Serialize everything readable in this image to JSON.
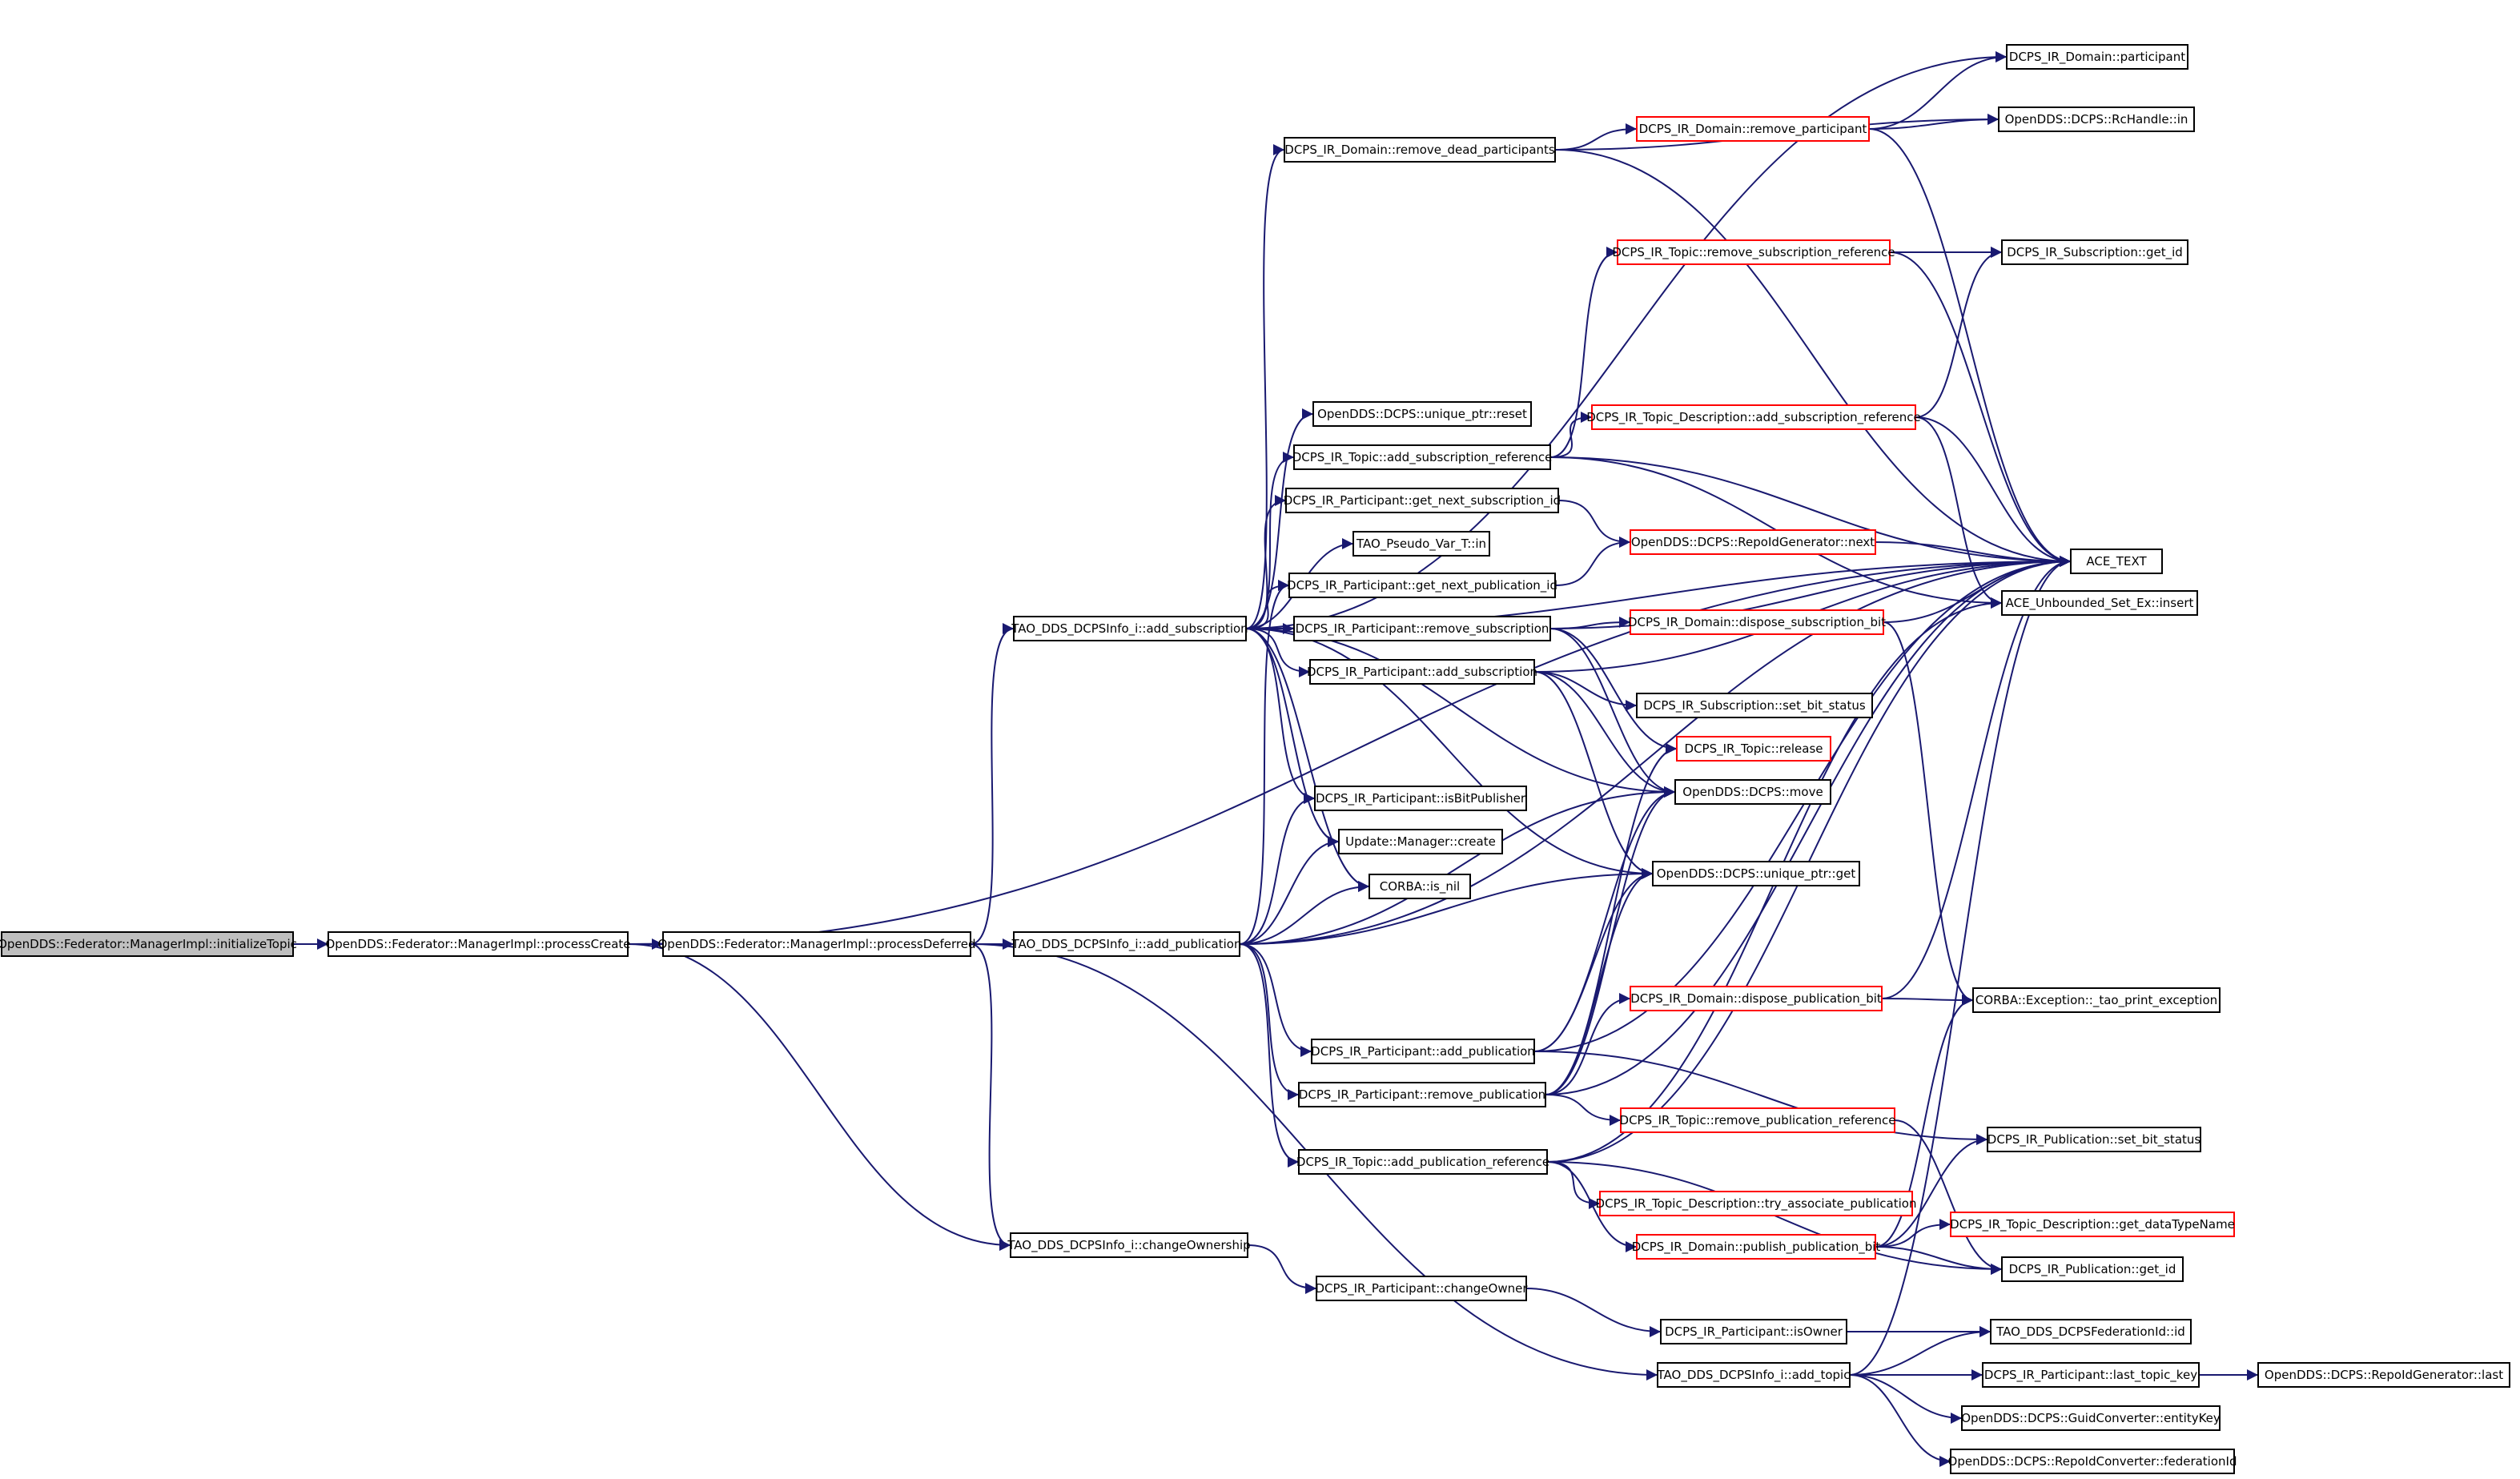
{
  "root": "OpenDDS::Federator::ManagerImpl::initializeTopic",
  "colors": {
    "edge": "#191970",
    "border": "#000000",
    "incomplete_border": "#ff0000",
    "root_fill": "#bfbfbf"
  },
  "nodes": [
    {
      "id": "n0",
      "label": "OpenDDS::Federator::ManagerImpl::initializeTopic",
      "style": "root"
    },
    {
      "id": "n1",
      "label": "OpenDDS::Federator::ManagerImpl::processCreate",
      "style": "normal"
    },
    {
      "id": "n2",
      "label": "OpenDDS::Federator::ManagerImpl::processDeferred",
      "style": "normal"
    },
    {
      "id": "n3",
      "label": "TAO_DDS_DCPSInfo_i::add_subscription",
      "style": "normal"
    },
    {
      "id": "n4",
      "label": "TAO_DDS_DCPSInfo_i::add_publication",
      "style": "normal"
    },
    {
      "id": "n5",
      "label": "TAO_DDS_DCPSInfo_i::changeOwnership",
      "style": "normal"
    },
    {
      "id": "n6",
      "label": "DCPS_IR_Domain::remove_dead_participants",
      "style": "normal"
    },
    {
      "id": "n7",
      "label": "OpenDDS::DCPS::unique_ptr::reset",
      "style": "normal"
    },
    {
      "id": "n8",
      "label": "DCPS_IR_Topic::add_subscription_reference",
      "style": "normal"
    },
    {
      "id": "n9",
      "label": "DCPS_IR_Participant::get_next_subscription_id",
      "style": "normal"
    },
    {
      "id": "n10",
      "label": "TAO_Pseudo_Var_T::in",
      "style": "normal"
    },
    {
      "id": "n11",
      "label": "DCPS_IR_Participant::get_next_publication_id",
      "style": "normal"
    },
    {
      "id": "n12",
      "label": "DCPS_IR_Participant::remove_subscription",
      "style": "normal"
    },
    {
      "id": "n13",
      "label": "DCPS_IR_Participant::add_subscription",
      "style": "normal"
    },
    {
      "id": "n14",
      "label": "DCPS_IR_Participant::isBitPublisher",
      "style": "normal"
    },
    {
      "id": "n15",
      "label": "Update::Manager::create",
      "style": "normal"
    },
    {
      "id": "n16",
      "label": "CORBA::is_nil",
      "style": "normal"
    },
    {
      "id": "n17",
      "label": "DCPS_IR_Participant::add_publication",
      "style": "normal"
    },
    {
      "id": "n18",
      "label": "DCPS_IR_Participant::remove_publication",
      "style": "normal"
    },
    {
      "id": "n19",
      "label": "DCPS_IR_Topic::add_publication_reference",
      "style": "normal"
    },
    {
      "id": "n20",
      "label": "DCPS_IR_Participant::changeOwner",
      "style": "normal"
    },
    {
      "id": "n21",
      "label": "DCPS_IR_Domain::remove_participant",
      "style": "incomplete"
    },
    {
      "id": "n22",
      "label": "DCPS_IR_Topic::remove_subscription_reference",
      "style": "incomplete"
    },
    {
      "id": "n23",
      "label": "DCPS_IR_Topic_Description::add_subscription_reference",
      "style": "incomplete"
    },
    {
      "id": "n24",
      "label": "OpenDDS::DCPS::RepoIdGenerator::next",
      "style": "incomplete"
    },
    {
      "id": "n25",
      "label": "DCPS_IR_Domain::dispose_subscription_bit",
      "style": "incomplete"
    },
    {
      "id": "n26",
      "label": "DCPS_IR_Subscription::set_bit_status",
      "style": "normal"
    },
    {
      "id": "n27",
      "label": "DCPS_IR_Topic::release",
      "style": "incomplete"
    },
    {
      "id": "n28",
      "label": "OpenDDS::DCPS::move",
      "style": "normal"
    },
    {
      "id": "n29",
      "label": "OpenDDS::DCPS::unique_ptr::get",
      "style": "normal"
    },
    {
      "id": "n30",
      "label": "DCPS_IR_Domain::dispose_publication_bit",
      "style": "incomplete"
    },
    {
      "id": "n31",
      "label": "DCPS_IR_Topic::remove_publication_reference",
      "style": "incomplete"
    },
    {
      "id": "n32",
      "label": "DCPS_IR_Topic_Description::try_associate_publication",
      "style": "incomplete"
    },
    {
      "id": "n33",
      "label": "DCPS_IR_Domain::publish_publication_bit",
      "style": "incomplete"
    },
    {
      "id": "n34",
      "label": "DCPS_IR_Participant::isOwner",
      "style": "normal"
    },
    {
      "id": "n35",
      "label": "TAO_DDS_DCPSInfo_i::add_topic",
      "style": "normal"
    },
    {
      "id": "n36",
      "label": "DCPS_IR_Domain::participant",
      "style": "normal"
    },
    {
      "id": "n37",
      "label": "OpenDDS::DCPS::RcHandle::in",
      "style": "normal"
    },
    {
      "id": "n38",
      "label": "DCPS_IR_Subscription::get_id",
      "style": "normal"
    },
    {
      "id": "n39",
      "label": "ACE_TEXT",
      "style": "normal"
    },
    {
      "id": "n40",
      "label": "ACE_Unbounded_Set_Ex::insert",
      "style": "normal"
    },
    {
      "id": "n41",
      "label": "CORBA::Exception::_tao_print_exception",
      "style": "normal"
    },
    {
      "id": "n42",
      "label": "DCPS_IR_Publication::set_bit_status",
      "style": "normal"
    },
    {
      "id": "n43",
      "label": "DCPS_IR_Topic_Description::get_dataTypeName",
      "style": "incomplete"
    },
    {
      "id": "n44",
      "label": "DCPS_IR_Publication::get_id",
      "style": "normal"
    },
    {
      "id": "n45",
      "label": "TAO_DDS_DCPSFederationId::id",
      "style": "normal"
    },
    {
      "id": "n46",
      "label": "DCPS_IR_Participant::last_topic_key",
      "style": "normal"
    },
    {
      "id": "n47",
      "label": "OpenDDS::DCPS::RepoIdGenerator::last",
      "style": "normal"
    },
    {
      "id": "n48",
      "label": "OpenDDS::DCPS::GuidConverter::entityKey",
      "style": "normal"
    },
    {
      "id": "n49",
      "label": "OpenDDS::DCPS::RepoIdConverter::federationId",
      "style": "normal"
    }
  ],
  "edges": [
    [
      "n0",
      "n1"
    ],
    [
      "n1",
      "n2"
    ],
    [
      "n1",
      "n39"
    ],
    [
      "n1",
      "n5"
    ],
    [
      "n2",
      "n3"
    ],
    [
      "n2",
      "n4"
    ],
    [
      "n2",
      "n5"
    ],
    [
      "n2",
      "n35"
    ],
    [
      "n3",
      "n36"
    ],
    [
      "n3",
      "n6"
    ],
    [
      "n3",
      "n39"
    ],
    [
      "n3",
      "n7"
    ],
    [
      "n3",
      "n8"
    ],
    [
      "n3",
      "n9"
    ],
    [
      "n3",
      "n10"
    ],
    [
      "n3",
      "n11"
    ],
    [
      "n3",
      "n12"
    ],
    [
      "n3",
      "n13"
    ],
    [
      "n3",
      "n14"
    ],
    [
      "n3",
      "n15"
    ],
    [
      "n3",
      "n16"
    ],
    [
      "n3",
      "n28"
    ],
    [
      "n3",
      "n29"
    ],
    [
      "n4",
      "n11"
    ],
    [
      "n4",
      "n14"
    ],
    [
      "n4",
      "n15"
    ],
    [
      "n4",
      "n16"
    ],
    [
      "n4",
      "n17"
    ],
    [
      "n4",
      "n18"
    ],
    [
      "n4",
      "n19"
    ],
    [
      "n4",
      "n28"
    ],
    [
      "n4",
      "n29"
    ],
    [
      "n4",
      "n39"
    ],
    [
      "n5",
      "n20"
    ],
    [
      "n6",
      "n21"
    ],
    [
      "n6",
      "n37"
    ],
    [
      "n6",
      "n39"
    ],
    [
      "n8",
      "n23"
    ],
    [
      "n8",
      "n39"
    ],
    [
      "n8",
      "n40"
    ],
    [
      "n8",
      "n22"
    ],
    [
      "n9",
      "n24"
    ],
    [
      "n11",
      "n24"
    ],
    [
      "n12",
      "n25"
    ],
    [
      "n12",
      "n39"
    ],
    [
      "n12",
      "n27"
    ],
    [
      "n12",
      "n28"
    ],
    [
      "n13",
      "n26"
    ],
    [
      "n13",
      "n39"
    ],
    [
      "n13",
      "n28"
    ],
    [
      "n13",
      "n29"
    ],
    [
      "n17",
      "n42"
    ],
    [
      "n17",
      "n39"
    ],
    [
      "n17",
      "n28"
    ],
    [
      "n17",
      "n29"
    ],
    [
      "n18",
      "n30"
    ],
    [
      "n18",
      "n31"
    ],
    [
      "n18",
      "n39"
    ],
    [
      "n18",
      "n27"
    ],
    [
      "n18",
      "n28"
    ],
    [
      "n18",
      "n29"
    ],
    [
      "n19",
      "n32"
    ],
    [
      "n19",
      "n33"
    ],
    [
      "n19",
      "n39"
    ],
    [
      "n19",
      "n40"
    ],
    [
      "n19",
      "n44"
    ],
    [
      "n20",
      "n34"
    ],
    [
      "n34",
      "n45"
    ],
    [
      "n35",
      "n45"
    ],
    [
      "n35",
      "n46"
    ],
    [
      "n35",
      "n48"
    ],
    [
      "n35",
      "n49"
    ],
    [
      "n35",
      "n39"
    ],
    [
      "n46",
      "n47"
    ],
    [
      "n21",
      "n36"
    ],
    [
      "n21",
      "n37"
    ],
    [
      "n21",
      "n39"
    ],
    [
      "n22",
      "n38"
    ],
    [
      "n22",
      "n39"
    ],
    [
      "n23",
      "n38"
    ],
    [
      "n23",
      "n39"
    ],
    [
      "n23",
      "n40"
    ],
    [
      "n24",
      "n39"
    ],
    [
      "n25",
      "n39"
    ],
    [
      "n25",
      "n41"
    ],
    [
      "n30",
      "n39"
    ],
    [
      "n30",
      "n41"
    ],
    [
      "n31",
      "n44"
    ],
    [
      "n33",
      "n43"
    ],
    [
      "n33",
      "n44"
    ],
    [
      "n33",
      "n42"
    ],
    [
      "n33",
      "n41"
    ]
  ]
}
